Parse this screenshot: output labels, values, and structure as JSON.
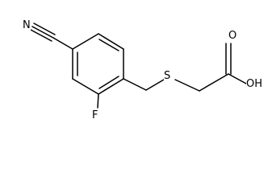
{
  "molecule": {
    "atoms": {
      "nitrile_n": "N",
      "fluorine": "F",
      "sulfur": "S",
      "carbonyl_o": "O",
      "hydroxyl": "OH"
    }
  },
  "colors": {
    "bond": "#000000",
    "label": "#000000",
    "background": "#ffffff"
  }
}
